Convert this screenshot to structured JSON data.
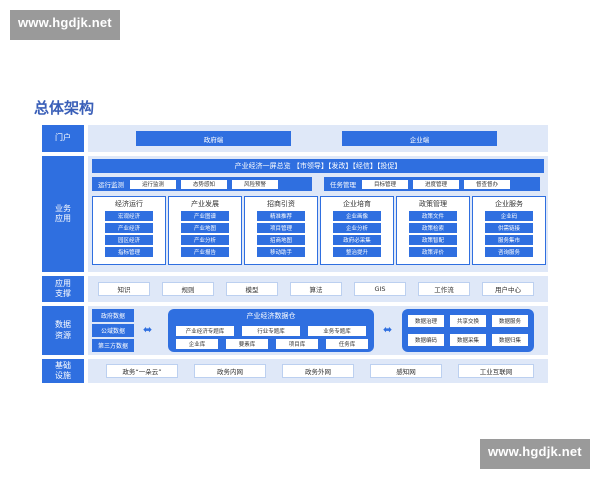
{
  "watermark": "www.hgdjk.net",
  "title": "总体架构",
  "layers": {
    "portal": {
      "label": "门户",
      "items": [
        "政府端",
        "企业端"
      ]
    },
    "business": {
      "label": "业务\n应用",
      "header": "产业经济一屏总览  【市领导】【发改】【经信】【投促】",
      "operation_monitor": {
        "title": "运行监测",
        "items": [
          "运行监测",
          "态势感知",
          "风险预警"
        ]
      },
      "task_management": {
        "title": "任务管理",
        "items": [
          "目标管理",
          "进度管理",
          "督查督办"
        ]
      },
      "modules": [
        {
          "title": "经济运行",
          "items": [
            "宏观经济",
            "产业经济",
            "园区经济",
            "指标管理"
          ]
        },
        {
          "title": "产业发展",
          "items": [
            "产业图谱",
            "产业地图",
            "产业分析",
            "产业报告"
          ]
        },
        {
          "title": "招商引资",
          "items": [
            "精准推荐",
            "项目管理",
            "招商地图",
            "移动助手"
          ]
        },
        {
          "title": "企业培育",
          "items": [
            "企业画像",
            "企业分析",
            "政府必采集",
            "整治提升"
          ]
        },
        {
          "title": "政策管理",
          "items": [
            "政策文件",
            "政策检索",
            "政策智配",
            "政策评价"
          ]
        },
        {
          "title": "企业服务",
          "items": [
            "企业码",
            "供需链接",
            "服务集市",
            "咨询服务"
          ]
        }
      ]
    },
    "support": {
      "label": "应用\n支撑",
      "items": [
        "知识",
        "规则",
        "模型",
        "算法",
        "GIS",
        "工作流",
        "用户中心"
      ]
    },
    "data": {
      "label": "数据\n资源",
      "sources": [
        "政府数据",
        "公域数据",
        "第三方数据"
      ],
      "warehouse": {
        "title": "产业经济数据仓",
        "row1": [
          "产业经济专题库",
          "行业专题库",
          "业务专题库"
        ],
        "row2": [
          "企业库",
          "要素库",
          "项目库",
          "任务库"
        ]
      },
      "services": [
        "数据治理",
        "共享交换",
        "数据服务",
        "数据编码",
        "数据采集",
        "数据归集"
      ]
    },
    "infra": {
      "label": "基础\n设施",
      "items": [
        "政务“一朵云”",
        "政务内网",
        "政务外网",
        "感知网",
        "工业互联网"
      ]
    }
  }
}
